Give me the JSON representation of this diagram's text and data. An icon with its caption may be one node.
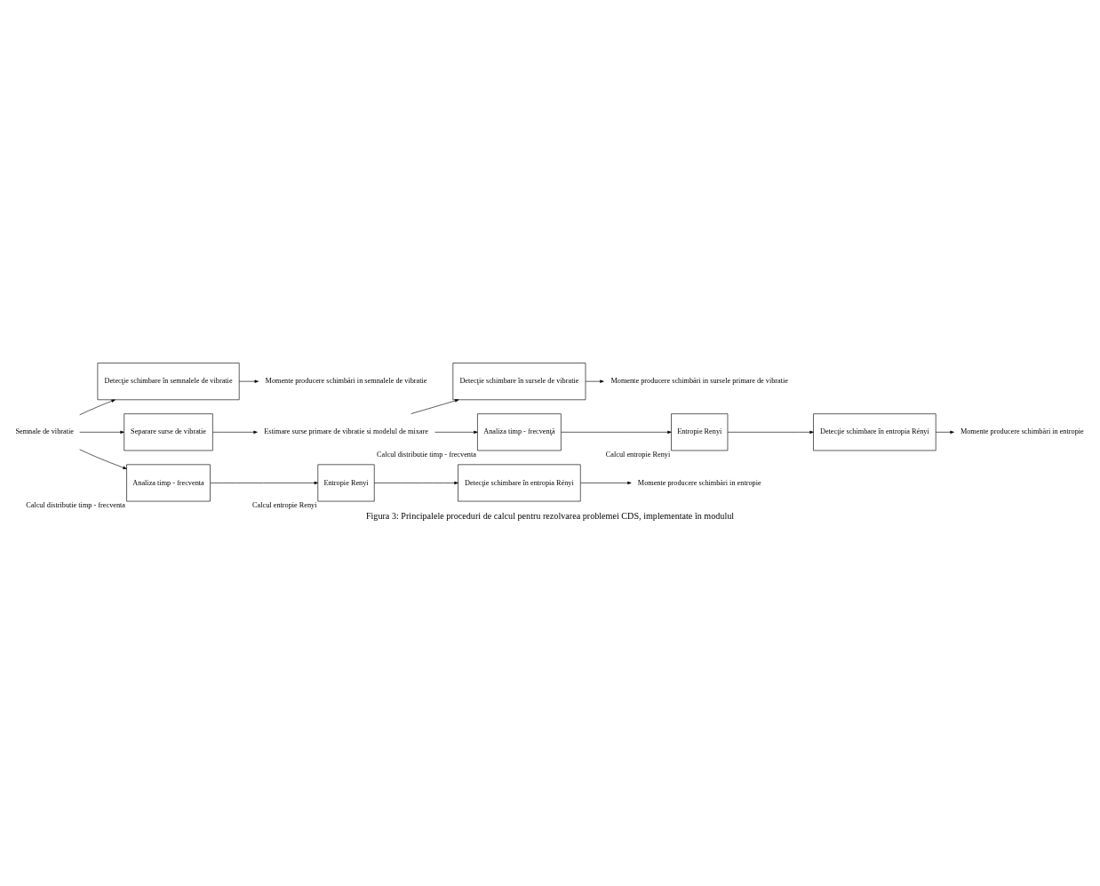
{
  "diagram": {
    "caption": "Figura 3: Principalele proceduri de calcul pentru rezolvarea problemei CDS, implementate în modulul",
    "nodes": [
      {
        "text": [
          "Semnale de vibratie"
        ]
      },
      {
        "text": [
          "Detecţie schimbare în semnalele de vibratie"
        ]
      },
      {
        "text": [
          "Momente producere schimbări in semnalele de vibratie"
        ]
      },
      {
        "text": [
          "Separare surse de vibratie"
        ]
      },
      {
        "text": [
          "Detecţie schimbare în sursele de vibratie"
        ]
      },
      {
        "text": [
          "Momente producere schimbări in sursele primare de vibratie"
        ]
      },
      {
        "text": [
          "Estimare surse primare de vibratie si modelul de mixare"
        ]
      },
      {
        "text": [
          "Analiza timp - frecvenţă"
        ],
        "beside": [
          "Calcul distributie timp - frecventa"
        ]
      },
      {
        "text": [
          "Entropie Renyi"
        ],
        "beside": [
          "Calcul entropie Renyi"
        ]
      },
      {
        "text": [
          "Detecţie schimbare în entropia Rényi"
        ]
      },
      {
        "text": [
          "Momente producere schimbări in entropie"
        ]
      },
      {
        "text": [
          "Analiza timp - frecventa"
        ],
        "beside": [
          "Calcul distributie timp - frecventa"
        ]
      },
      {
        "text": [
          "Entropie Renyi"
        ],
        "beside": [
          "Calcul entropie Renyi"
        ]
      },
      {
        "text": [
          "Detecţie schimbare în entropia Rényi"
        ]
      },
      {
        "text": [
          "Momente producere schimbări in entropie"
        ]
      }
    ],
    "edges": [
      {
        "from": 0,
        "to": 1,
        "arrow": "to"
      },
      {
        "from": 0,
        "to": 3,
        "arrow": "to"
      },
      {
        "from": 0,
        "to": 11,
        "arrow": "to"
      },
      {
        "from": 1,
        "to": 2,
        "arrow": "to"
      },
      {
        "from": 3,
        "to": 6,
        "arrow": "to"
      },
      {
        "from": 6,
        "to": 4,
        "arrow": "to"
      },
      {
        "from": 6,
        "to": 7,
        "arrow": "to"
      },
      {
        "from": 4,
        "to": 5,
        "arrow": "to"
      },
      {
        "from": 7,
        "to": 8,
        "arrow": "to"
      },
      {
        "from": 8,
        "to": 9,
        "arrow": "to"
      },
      {
        "from": 9,
        "to": 10,
        "arrow": "to"
      },
      {
        "from": 11,
        "to": 12,
        "arrow": "to"
      },
      {
        "from": 12,
        "to": 13,
        "arrow": "to"
      },
      {
        "from": 13,
        "to": 14,
        "arrow": "to"
      }
    ]
  }
}
